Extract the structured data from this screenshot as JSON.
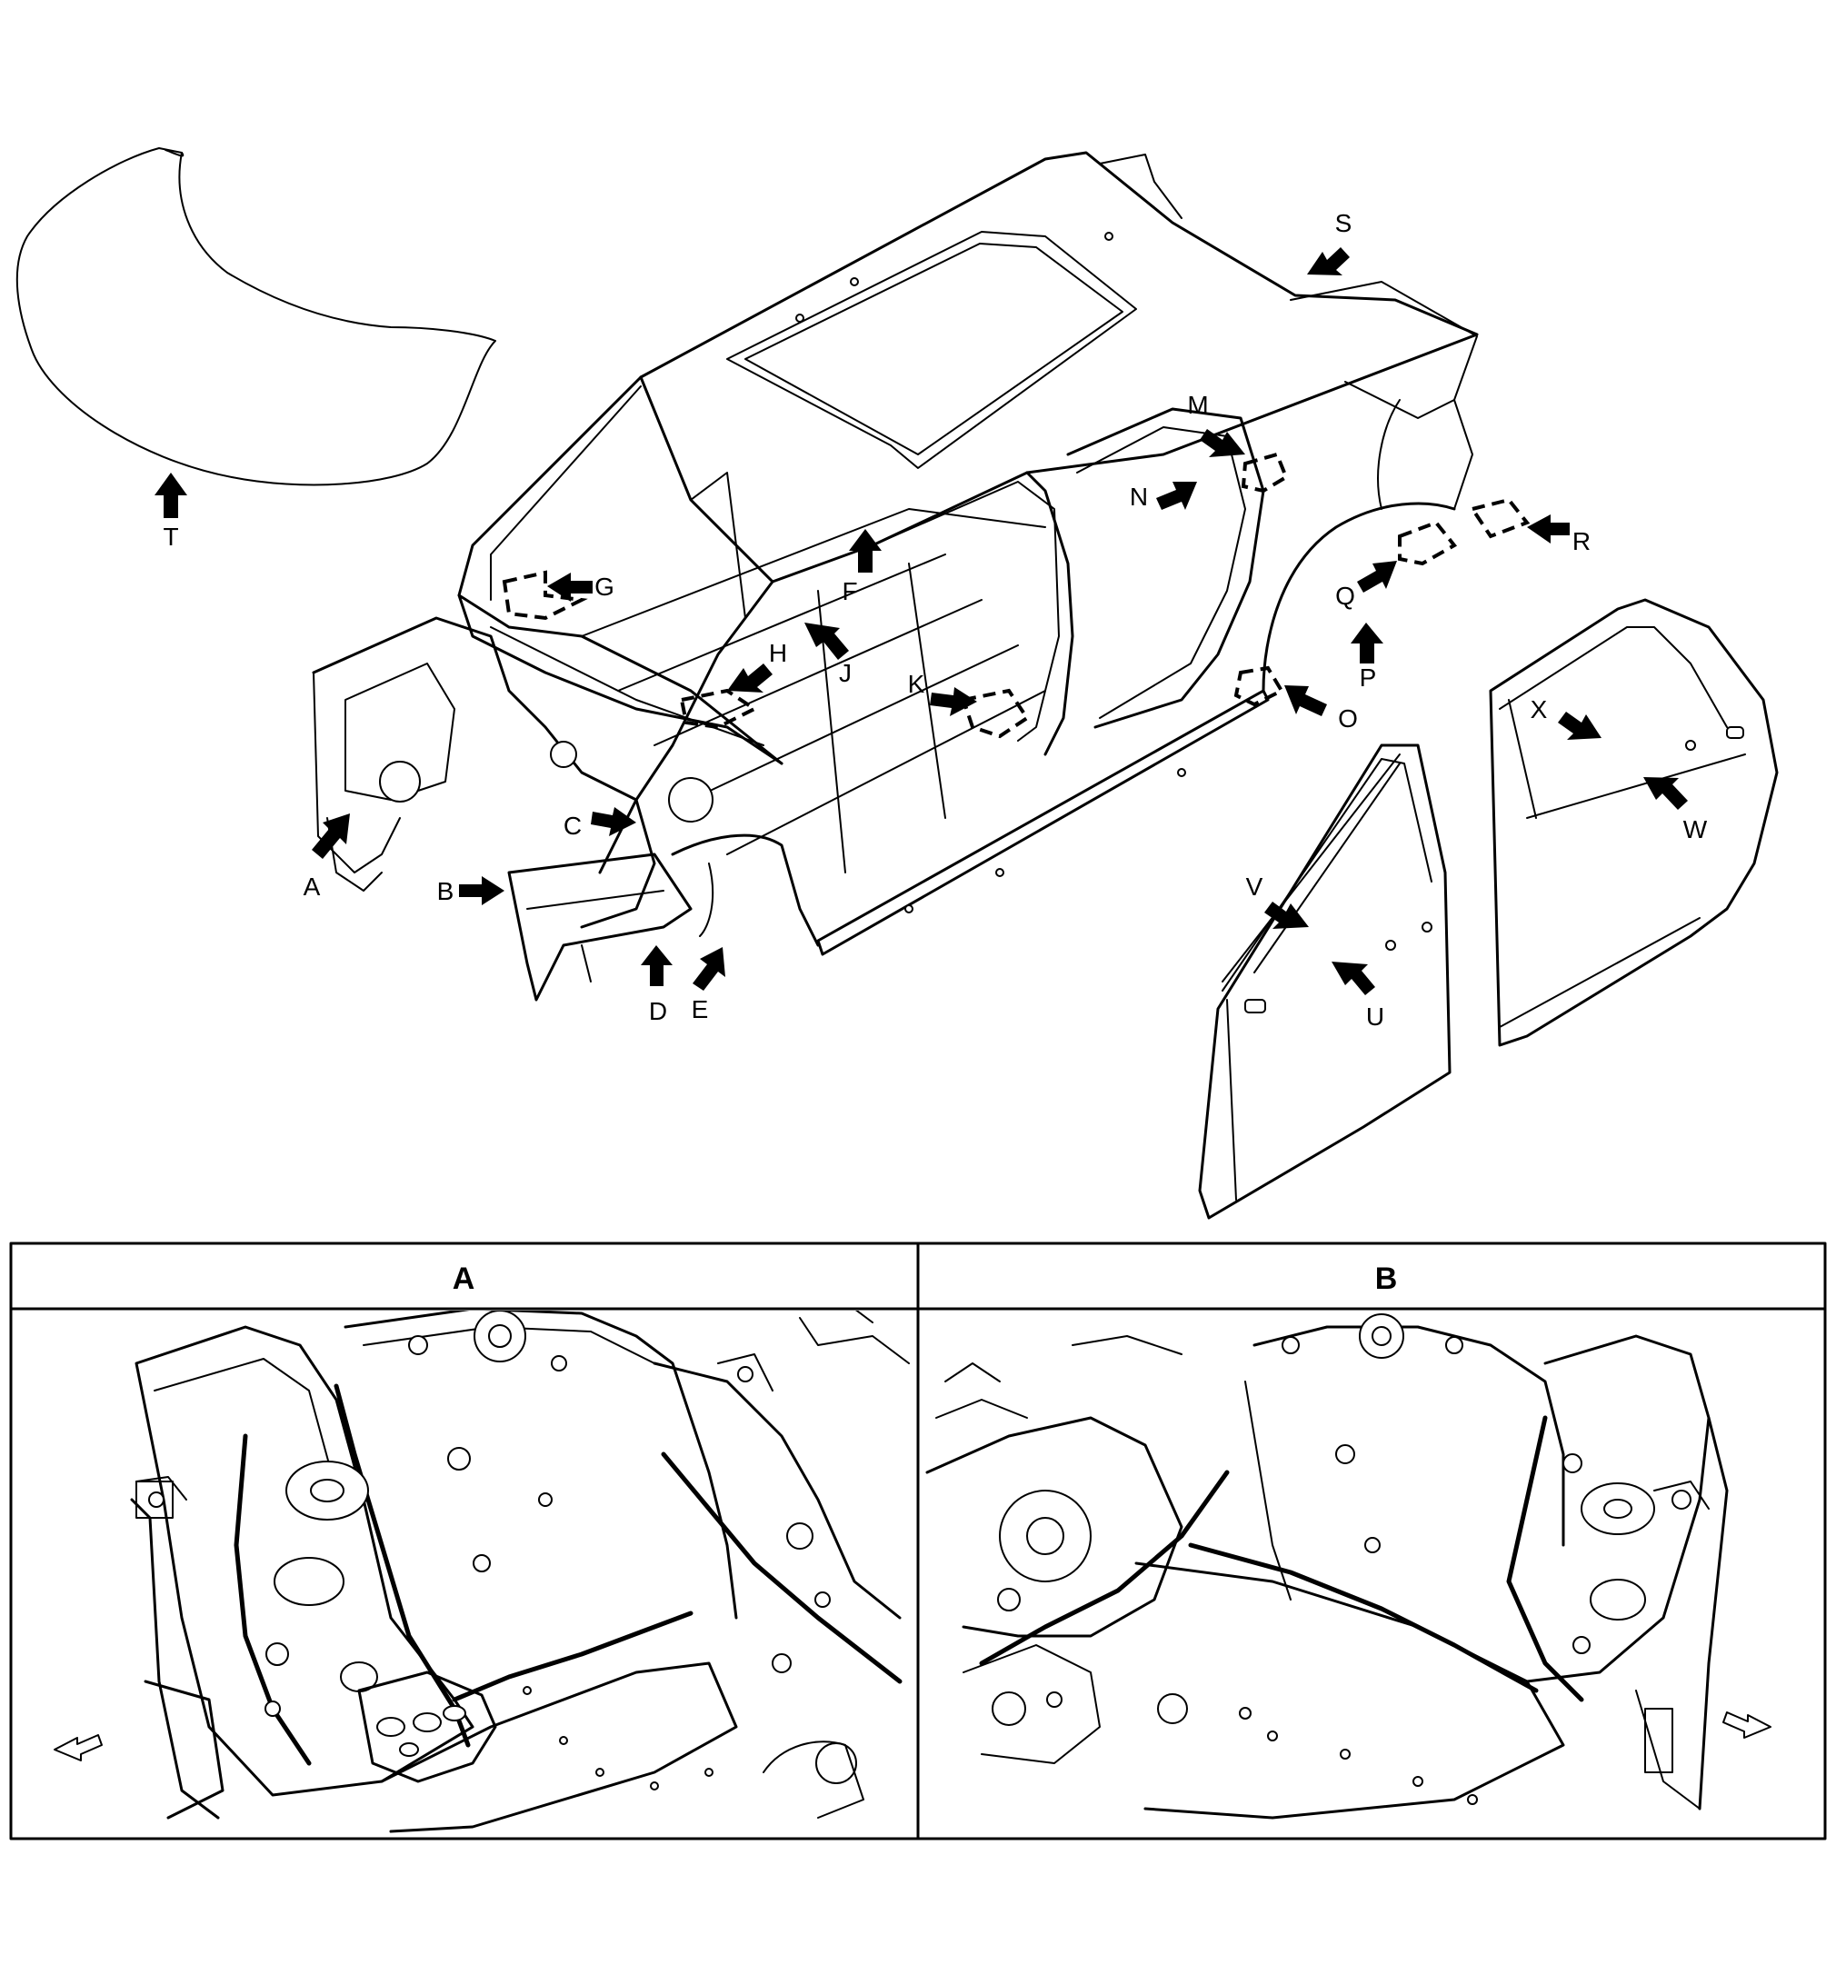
{
  "callouts": [
    {
      "id": "A",
      "label": "A"
    },
    {
      "id": "B",
      "label": "B"
    },
    {
      "id": "C",
      "label": "C"
    },
    {
      "id": "D",
      "label": "D"
    },
    {
      "id": "E",
      "label": "E"
    },
    {
      "id": "F",
      "label": "F"
    },
    {
      "id": "G",
      "label": "G"
    },
    {
      "id": "H",
      "label": "H"
    },
    {
      "id": "J",
      "label": "J"
    },
    {
      "id": "K",
      "label": "K"
    },
    {
      "id": "M",
      "label": "M"
    },
    {
      "id": "N",
      "label": "N"
    },
    {
      "id": "O",
      "label": "O"
    },
    {
      "id": "P",
      "label": "P"
    },
    {
      "id": "Q",
      "label": "Q"
    },
    {
      "id": "R",
      "label": "R"
    },
    {
      "id": "S",
      "label": "S"
    },
    {
      "id": "T",
      "label": "T"
    },
    {
      "id": "U",
      "label": "U"
    },
    {
      "id": "V",
      "label": "V"
    },
    {
      "id": "W",
      "label": "W"
    },
    {
      "id": "X",
      "label": "X"
    }
  ],
  "detail_panels": {
    "left_header": "A",
    "right_header": "B"
  }
}
